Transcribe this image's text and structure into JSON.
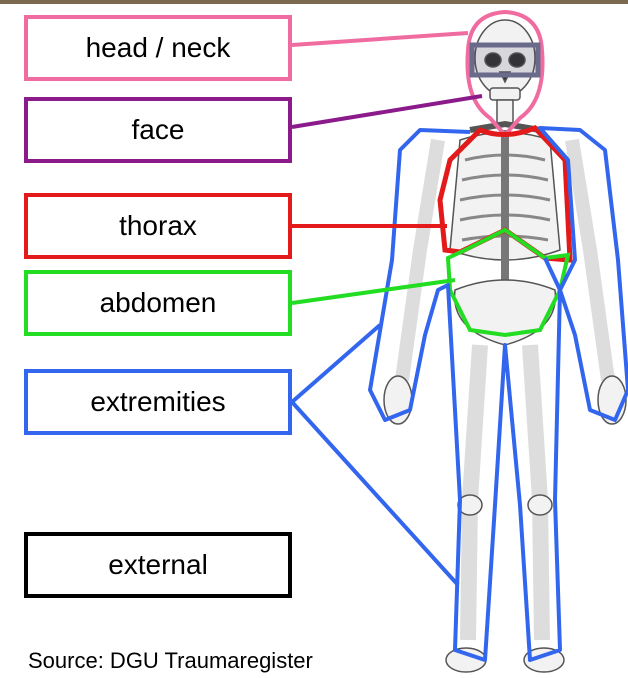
{
  "labels": {
    "head_neck": "head / neck",
    "face": "face",
    "thorax": "thorax",
    "abdomen": "abdomen",
    "extremities": "extremities",
    "external": "external"
  },
  "source": "Source: DGU Traumaregister",
  "colors": {
    "head_neck": "#f06ca0",
    "face": "#8b1a8b",
    "thorax": "#e41a1a",
    "abdomen": "#22dd22",
    "extremities": "#3366ee",
    "external": "#000000",
    "bone": "#f2f2f2",
    "bone_outline": "#555555"
  },
  "icons": {
    "skeleton": "human-skeleton-icon"
  }
}
